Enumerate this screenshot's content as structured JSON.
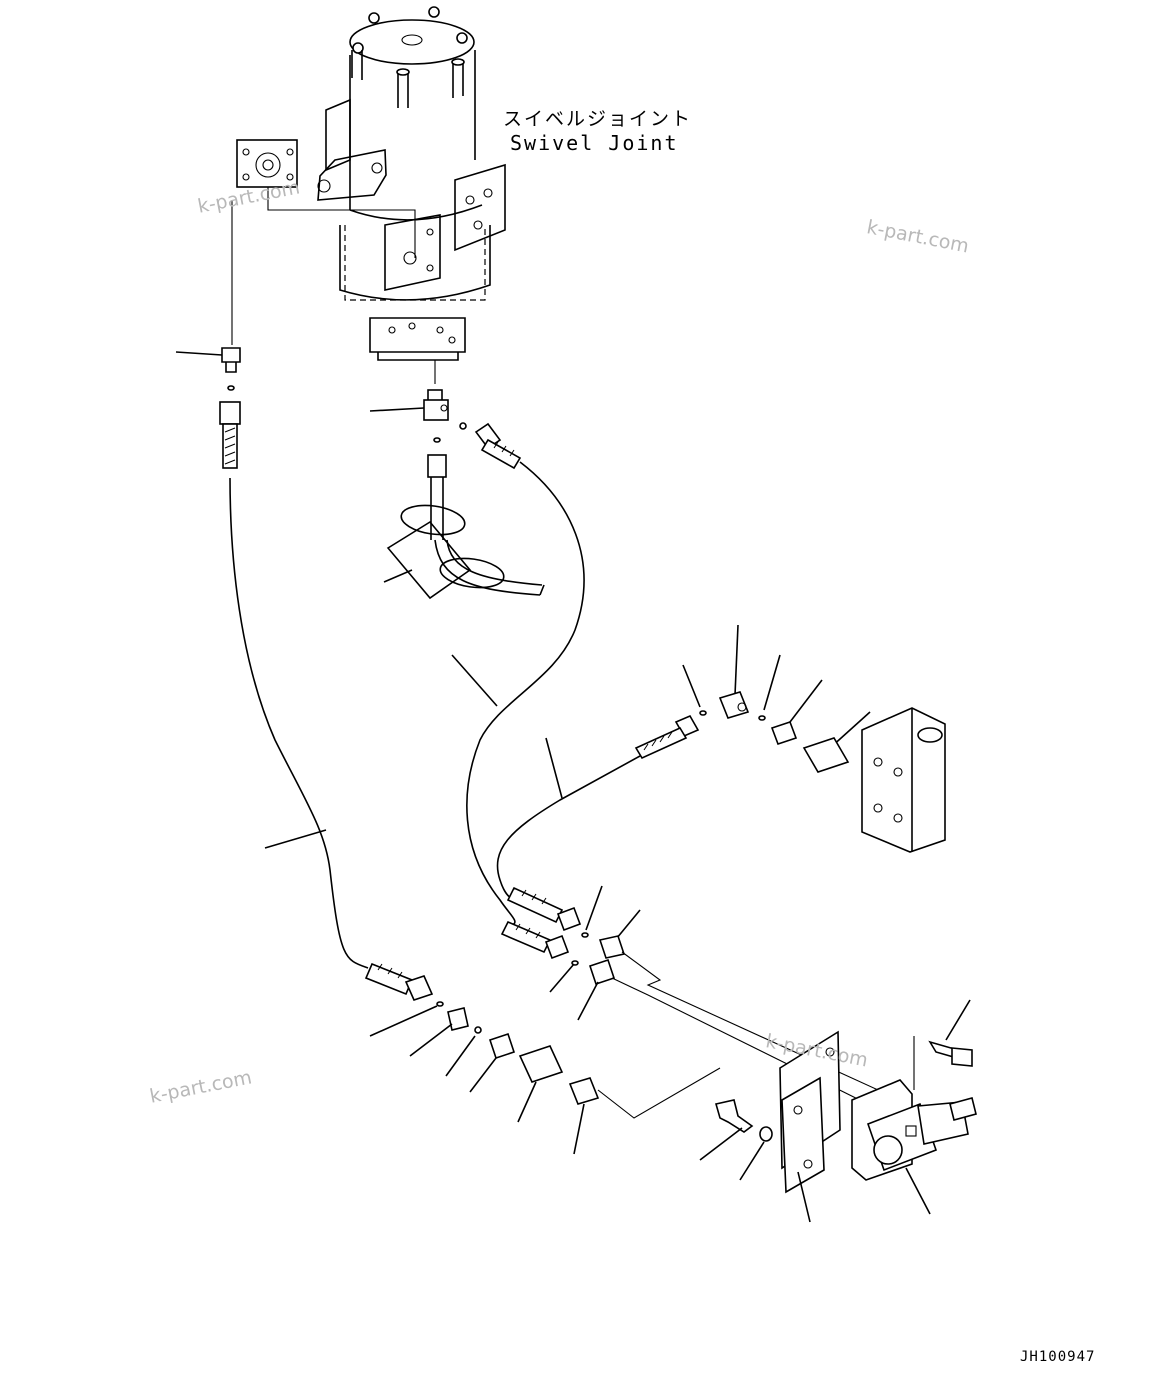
{
  "title": {
    "japanese": "スイベルジョイント",
    "english": "Swivel Joint"
  },
  "watermarks": [
    "k-part.com",
    "k-part.com",
    "k-part.com",
    "k-part.com"
  ],
  "drawing_code": "JH100947"
}
